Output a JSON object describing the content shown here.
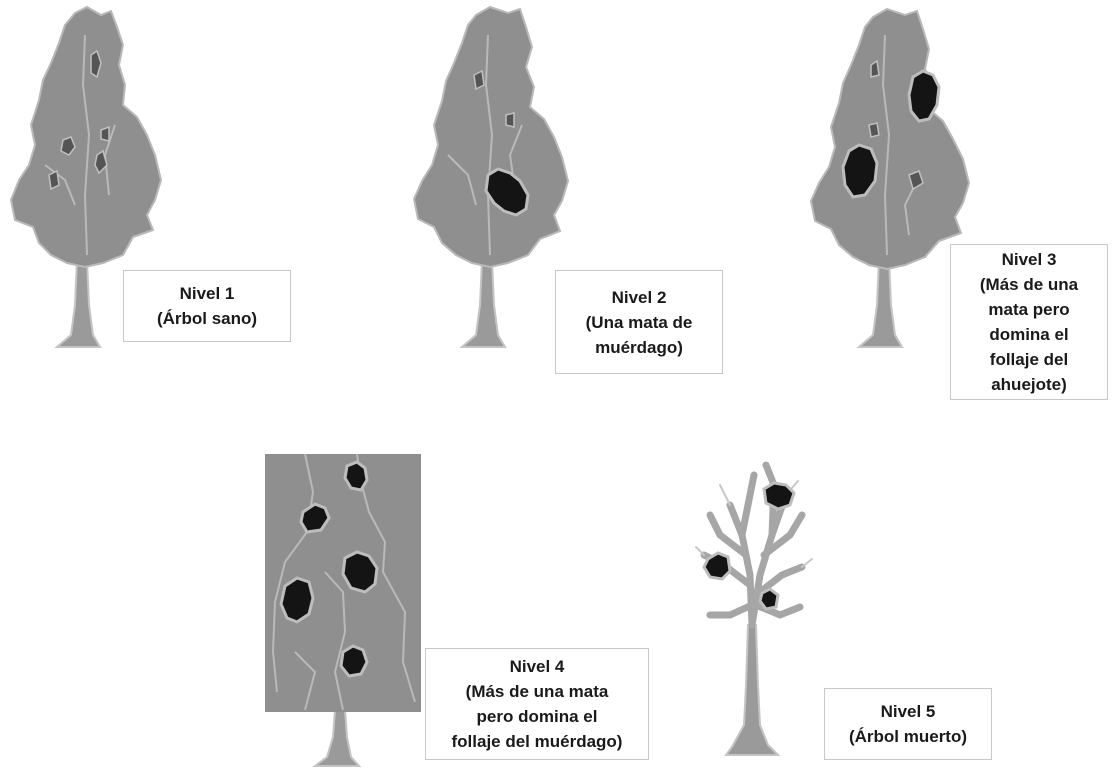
{
  "levels": [
    {
      "title": "Nivel 1",
      "lines": [
        "(Árbol sano)"
      ]
    },
    {
      "title": "Nivel 2",
      "lines": [
        "(Una mata de",
        "muérdago)"
      ]
    },
    {
      "title": "Nivel 3",
      "lines": [
        "(Más de una",
        "mata pero",
        "domina el",
        "follaje del",
        "ahuejote)"
      ]
    },
    {
      "title": "Nivel 4",
      "lines": [
        "(Más de una mata",
        "pero domina el",
        "follaje del muérdago)"
      ]
    },
    {
      "title": "Nivel 5",
      "lines": [
        "(Árbol muerto)"
      ]
    }
  ],
  "colors": {
    "foliage": "#8f8f8f",
    "foliage_outline": "#b9b9b9",
    "trunk": "#9a9a9a",
    "mistletoe": "#141414",
    "label_border": "#c8c8c8"
  }
}
